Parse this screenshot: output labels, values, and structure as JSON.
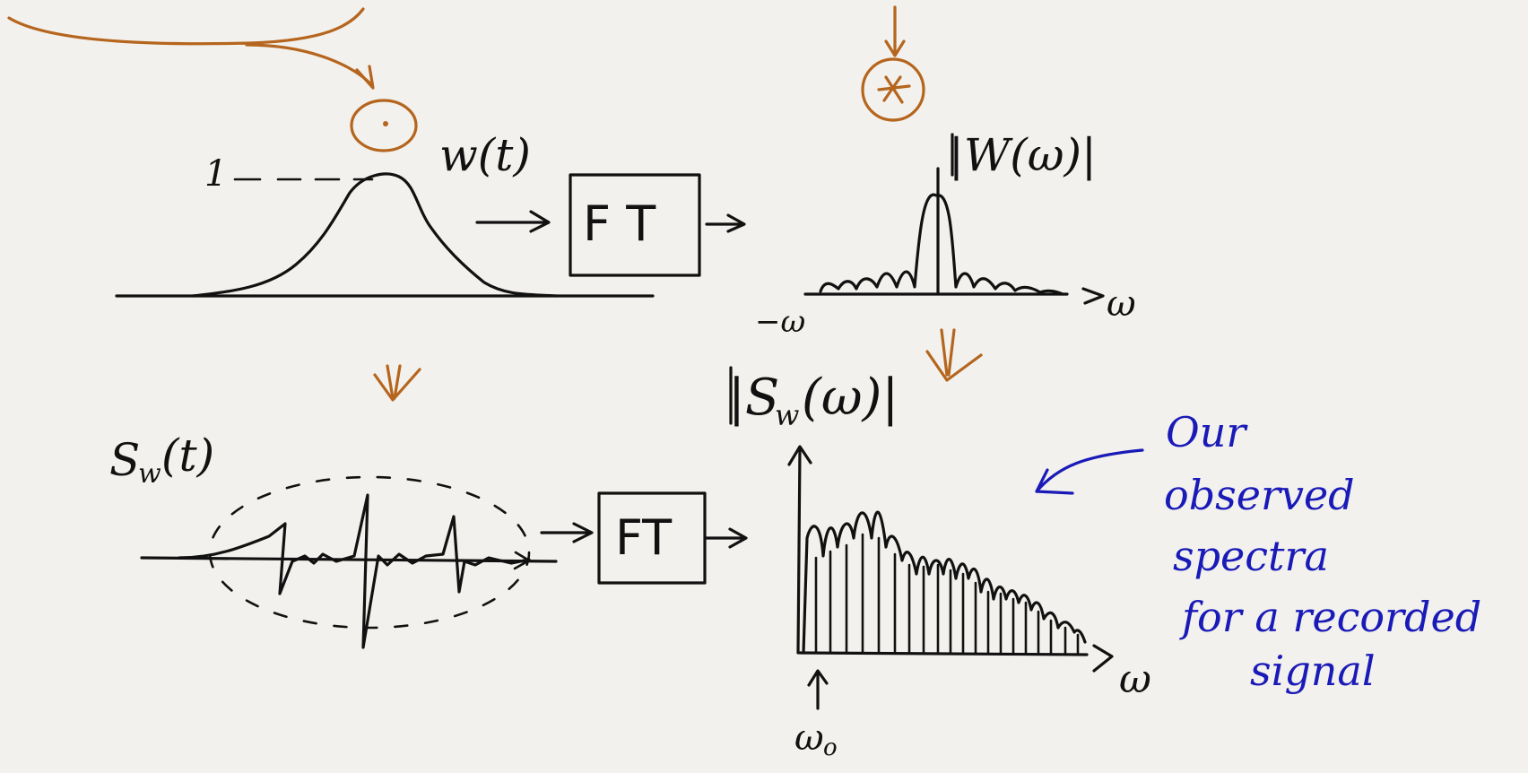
{
  "labels": {
    "one": "1",
    "w_of_t": "w(t)",
    "abs_W": "|W(ω)|",
    "omega_axis_top": "ω",
    "neg_omega": "−ω",
    "abs_S": "|S",
    "abs_S_sub": "w",
    "abs_S_tail": "(ω)|",
    "s_w_t": "S",
    "s_w_t_sub": "w",
    "s_w_t_tail": "(t)",
    "omega_axis_bottom": "ω",
    "omega_zero": "ω",
    "omega_zero_sub": "o"
  },
  "boxes": {
    "ft_top": "F T",
    "ft_bottom": "FT"
  },
  "note": {
    "line1": "Our",
    "line2": "observed",
    "line3": "spectra",
    "line4": "for a recorded",
    "line5": "signal"
  },
  "colors": {
    "ink": "#111111",
    "operator": "#b5651d",
    "annotation": "#1a1ab8",
    "background": "#f2f1ed"
  }
}
